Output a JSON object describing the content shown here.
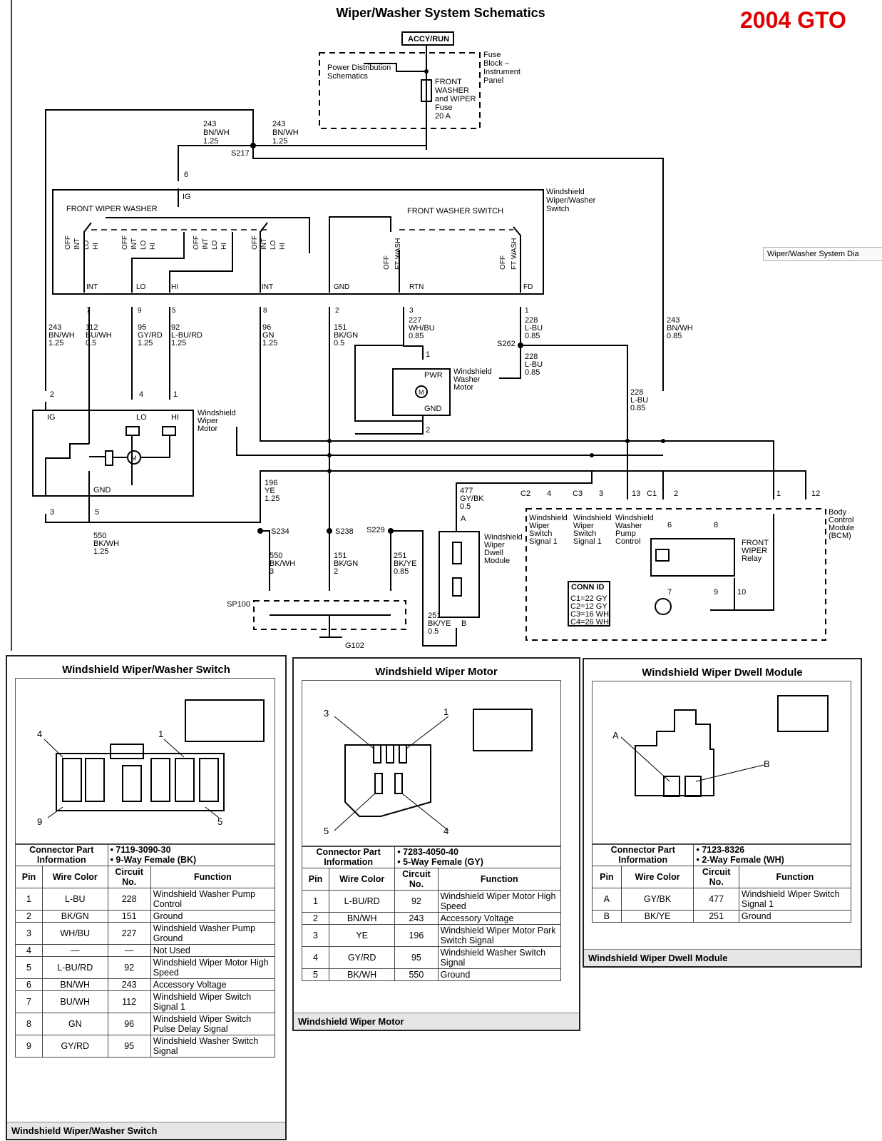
{
  "title": "Wiper/Washer System Schematics",
  "brand": "2004 GTO",
  "floating_tab": "Wiper/Washer System Dia",
  "schematic": {
    "accy_run": "ACCY/RUN",
    "fuse_block_label": [
      "Fuse",
      "Block –",
      "Instrument",
      "Panel"
    ],
    "power_dist_label": [
      "Power Distribution",
      "Schematics"
    ],
    "fuse_label": [
      "FRONT",
      "WASHER",
      "and WIPER",
      "Fuse",
      "20 A"
    ],
    "wire_243_left": [
      "243",
      "BN/WH",
      "1.25"
    ],
    "wire_243_right": [
      "243",
      "BN/WH",
      "1.25"
    ],
    "splice_s217": "S217",
    "pin_6": "6",
    "ig": "IG",
    "switch_name": [
      "Windshield",
      "Wiper/Washer",
      "Switch"
    ],
    "front_wiper_washer": "FRONT WIPER WASHER",
    "front_washer_switch": "FRONT WASHER SWITCH",
    "switch_positions_1": [
      "OFF",
      "INT",
      "LO",
      "HI"
    ],
    "switch_positions_2": [
      "OFF",
      "INT",
      "LO",
      "HI"
    ],
    "switch_positions_3": [
      "OFF",
      "INT",
      "LO",
      "HI"
    ],
    "switch_positions_4": [
      "OFF",
      "INT",
      "LO",
      "HI"
    ],
    "washer_pos_1": [
      "OFF",
      "FT WASH"
    ],
    "washer_pos_2": [
      "OFF",
      "FT WASH"
    ],
    "terminals": [
      "INT",
      "LO",
      "HI",
      "INT",
      "GND",
      "RTN",
      "FD"
    ],
    "terminal_pins": [
      "7",
      "9",
      "5",
      "8",
      "2",
      "3",
      "1"
    ],
    "wire_labels": {
      "w243a": [
        "243",
        "BN/WH",
        "1.25"
      ],
      "w112": [
        "112",
        "BU/WH",
        "0.5"
      ],
      "w95": [
        "95",
        "GY/RD",
        "1.25"
      ],
      "w92": [
        "92",
        "L-BU/RD",
        "1.25"
      ],
      "w96": [
        "96",
        "GN",
        "1.25"
      ],
      "w151": [
        "151",
        "BK/GN",
        "0.5"
      ],
      "w227": [
        "227",
        "WH/BU",
        "0.85"
      ],
      "w228a": [
        "228",
        "L-BU",
        "0.85"
      ],
      "w228b": [
        "228",
        "L-BU",
        "0.85"
      ],
      "w228c": [
        "228",
        "L-BU",
        "0.85"
      ],
      "w243b": [
        "243",
        "BN/WH",
        "0.85"
      ],
      "w196": [
        "196",
        "YE",
        "1.25"
      ],
      "w550": [
        "550",
        "BK/WH",
        "1.25"
      ],
      "w550b": [
        "550",
        "BK/WH",
        "3"
      ],
      "w151b": [
        "151",
        "BK/GN",
        "2"
      ],
      "w251": [
        "251",
        "BK/YE",
        "0.85"
      ],
      "w477": [
        "477",
        "GY/BK",
        "0.5"
      ],
      "w251b": [
        "251",
        "BK/YE",
        "0.5"
      ]
    },
    "splice_s262": "S262",
    "washer_motor": [
      "Windshield",
      "Washer",
      "Motor"
    ],
    "pwr": "PWR",
    "gnd": "GND",
    "motor_m": "M",
    "washer_pins": [
      "1",
      "2"
    ],
    "wiper_motor": [
      "Windshield",
      "Wiper",
      "Motor"
    ],
    "wiper_motor_terms": [
      "IG",
      "LO",
      "HI",
      "GND"
    ],
    "wiper_motor_pins": [
      "2",
      "4",
      "1",
      "3",
      "5"
    ],
    "splices": [
      "S234",
      "S238",
      "S229"
    ],
    "sp100": "SP100",
    "g102": "G102",
    "dwell_module": [
      "Windshield",
      "Wiper",
      "Dwell",
      "Module"
    ],
    "dwell_pins": [
      "A",
      "B"
    ],
    "bcm": [
      "Body",
      "Control",
      "Module",
      "(BCM)"
    ],
    "bcm_conns": [
      "C2",
      "4",
      "C3",
      "3",
      "13",
      "C1",
      "2",
      "1",
      "12"
    ],
    "bcm_sig1": [
      "Windshield",
      "Wiper",
      "Switch",
      "Signal 1"
    ],
    "bcm_sig2": [
      "Windshield",
      "Wiper",
      "Switch",
      "Signal 1"
    ],
    "bcm_pump": [
      "Windshield",
      "Washer",
      "Pump",
      "Control"
    ],
    "relay_label": [
      "FRONT",
      "WIPER",
      "Relay"
    ],
    "relay_pins": [
      "6",
      "8",
      "7",
      "9",
      "10"
    ],
    "conn_id_title": "CONN ID",
    "conn_id": [
      "C1=22 GY",
      "C2=12 GY",
      "C3=16 WH",
      "C4=26 WH"
    ]
  },
  "panels": [
    {
      "title": "Windshield Wiper/Washer Switch",
      "caption": "Windshield Wiper/Washer Switch",
      "callouts": [
        "4",
        "1",
        "9",
        "5"
      ],
      "connector_label": "Connector Part Information",
      "part_info": [
        "• 7119-3090-30",
        "• 9-Way Female (BK)"
      ],
      "headers": [
        "Pin",
        "Wire Color",
        "Circuit No.",
        "Function"
      ],
      "rows": [
        [
          "1",
          "L-BU",
          "228",
          "Windshield Washer Pump Control"
        ],
        [
          "2",
          "BK/GN",
          "151",
          "Ground"
        ],
        [
          "3",
          "WH/BU",
          "227",
          "Windshield Washer Pump Ground"
        ],
        [
          "4",
          "—",
          "—",
          "Not Used"
        ],
        [
          "5",
          "L-BU/RD",
          "92",
          "Windshield Wiper Motor High Speed"
        ],
        [
          "6",
          "BN/WH",
          "243",
          "Accessory Voltage"
        ],
        [
          "7",
          "BU/WH",
          "112",
          "Windshield Wiper Switch Signal 1"
        ],
        [
          "8",
          "GN",
          "96",
          "Windshield Wiper Switch Pulse Delay Signal"
        ],
        [
          "9",
          "GY/RD",
          "95",
          "Windshield Washer Switch Signal"
        ]
      ]
    },
    {
      "title": "Windshield Wiper Motor",
      "caption": "Windshield Wiper Motor",
      "callouts": [
        "3",
        "1",
        "5",
        "4"
      ],
      "connector_label": "Connector Part Information",
      "part_info": [
        "• 7283-4050-40",
        "• 5-Way Female (GY)"
      ],
      "headers": [
        "Pin",
        "Wire Color",
        "Circuit No.",
        "Function"
      ],
      "rows": [
        [
          "1",
          "L-BU/RD",
          "92",
          "Windshield Wiper Motor High Speed"
        ],
        [
          "2",
          "BN/WH",
          "243",
          "Accessory Voltage"
        ],
        [
          "3",
          "YE",
          "196",
          "Windshield Wiper Motor Park Switch Signal"
        ],
        [
          "4",
          "GY/RD",
          "95",
          "Windshield Washer Switch Signal"
        ],
        [
          "5",
          "BK/WH",
          "550",
          "Ground"
        ]
      ]
    },
    {
      "title": "Windshield Wiper Dwell Module",
      "caption": "Windshield Wiper Dwell Module",
      "callouts": [
        "A",
        "B"
      ],
      "connector_label": "Connector Part Information",
      "part_info": [
        "• 7123-8326",
        "• 2-Way Female (WH)"
      ],
      "headers": [
        "Pin",
        "Wire Color",
        "Circuit No.",
        "Function"
      ],
      "rows": [
        [
          "A",
          "GY/BK",
          "477",
          "Windshield Wiper Switch Signal 1"
        ],
        [
          "B",
          "BK/YE",
          "251",
          "Ground"
        ]
      ]
    }
  ]
}
